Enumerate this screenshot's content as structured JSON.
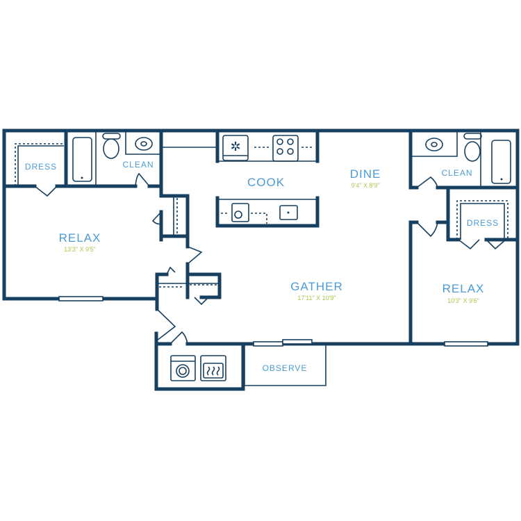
{
  "rooms": {
    "relax_left": {
      "name": "RELAX",
      "size": "13'3\" X 9'5\""
    },
    "dress_left": {
      "name": "DRESS"
    },
    "clean_left": {
      "name": "CLEAN"
    },
    "cook": {
      "name": "COOK"
    },
    "dine": {
      "name": "DINE",
      "size": "9'4\" X 8'9\""
    },
    "gather": {
      "name": "GATHER",
      "size": "17'11\" X 10'9\""
    },
    "clean_right": {
      "name": "CLEAN"
    },
    "dress_right": {
      "name": "DRESS"
    },
    "relax_right": {
      "name": "RELAX",
      "size": "10'3\" X 9'6\""
    },
    "observe": {
      "name": "OBSERVE"
    }
  },
  "colors": {
    "wall": "#173f5f",
    "label": "#4a9bd6",
    "dimension": "#a9c64a"
  }
}
